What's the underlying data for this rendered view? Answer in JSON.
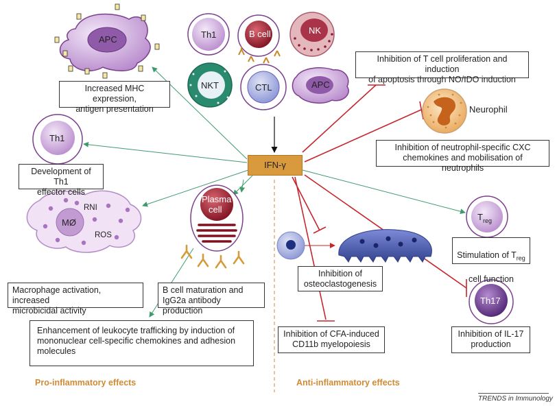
{
  "center": {
    "label": "IFN-γ"
  },
  "cells": {
    "apc_large": "APC",
    "th1_top": "Th1",
    "bcell": "B cell",
    "nk": "NK",
    "nkt": "NKT",
    "ctl": "CTL",
    "apc_small": "APC",
    "th1_left": "Th1",
    "macrophage": "MØ",
    "rni": "RNI",
    "ros": "ROS",
    "plasma_line1": "Plasma",
    "plasma_line2": "cell",
    "neutrophil": "Neurophil",
    "treg_main": "T",
    "treg_sub": "reg",
    "th17": "Th17"
  },
  "boxes": {
    "mhc": "Increased MHC expression,\nantigen presentation",
    "th1_dev": "Development of Th1\neffector cells",
    "macrophage": "Macrophage activation, increased\nmicrobicidal activity",
    "bcell": "B cell maturation and\nIgG2a antibody production",
    "leukocyte": "Enhancement of leukocyte trafficking by induction of\nmononuclear cell-specific chemokines and adhesion\nmolecules",
    "tcell": "Inhibition of T cell proliferation and induction\nof apoptosis through NO/IDO induction",
    "neutrophil": "Inhibition of neutrophil-specific CXC\nchemokines and mobilisation of neutrophils",
    "treg_line1_main": "Stimulation of T",
    "treg_line1_sub": "reg",
    "treg_line2": "cell function",
    "osteo": "Inhibition of\nosteoclastogenesis",
    "cfa": "Inhibition of CFA-induced\nCD11b myelopoiesis",
    "il17": "Inhibition of IL-17\nproduction"
  },
  "sections": {
    "pro": "Pro-inflammatory effects",
    "anti": "Anti-inflammatory effects"
  },
  "credit": "TRENDS in Immunology",
  "colors": {
    "activation_arrow": "#3f9a6e",
    "inhibition_line": "#c4262c",
    "ifn_box": "#d89a3c",
    "section_label": "#d08a34",
    "cell_purple": "#c39bd3",
    "cell_dark_purple": "#8f5aa8",
    "nk_cell": "#b96a78",
    "nkt_cell": "#2a8a6e",
    "plasma_nucleus": "#8e1a2a"
  }
}
